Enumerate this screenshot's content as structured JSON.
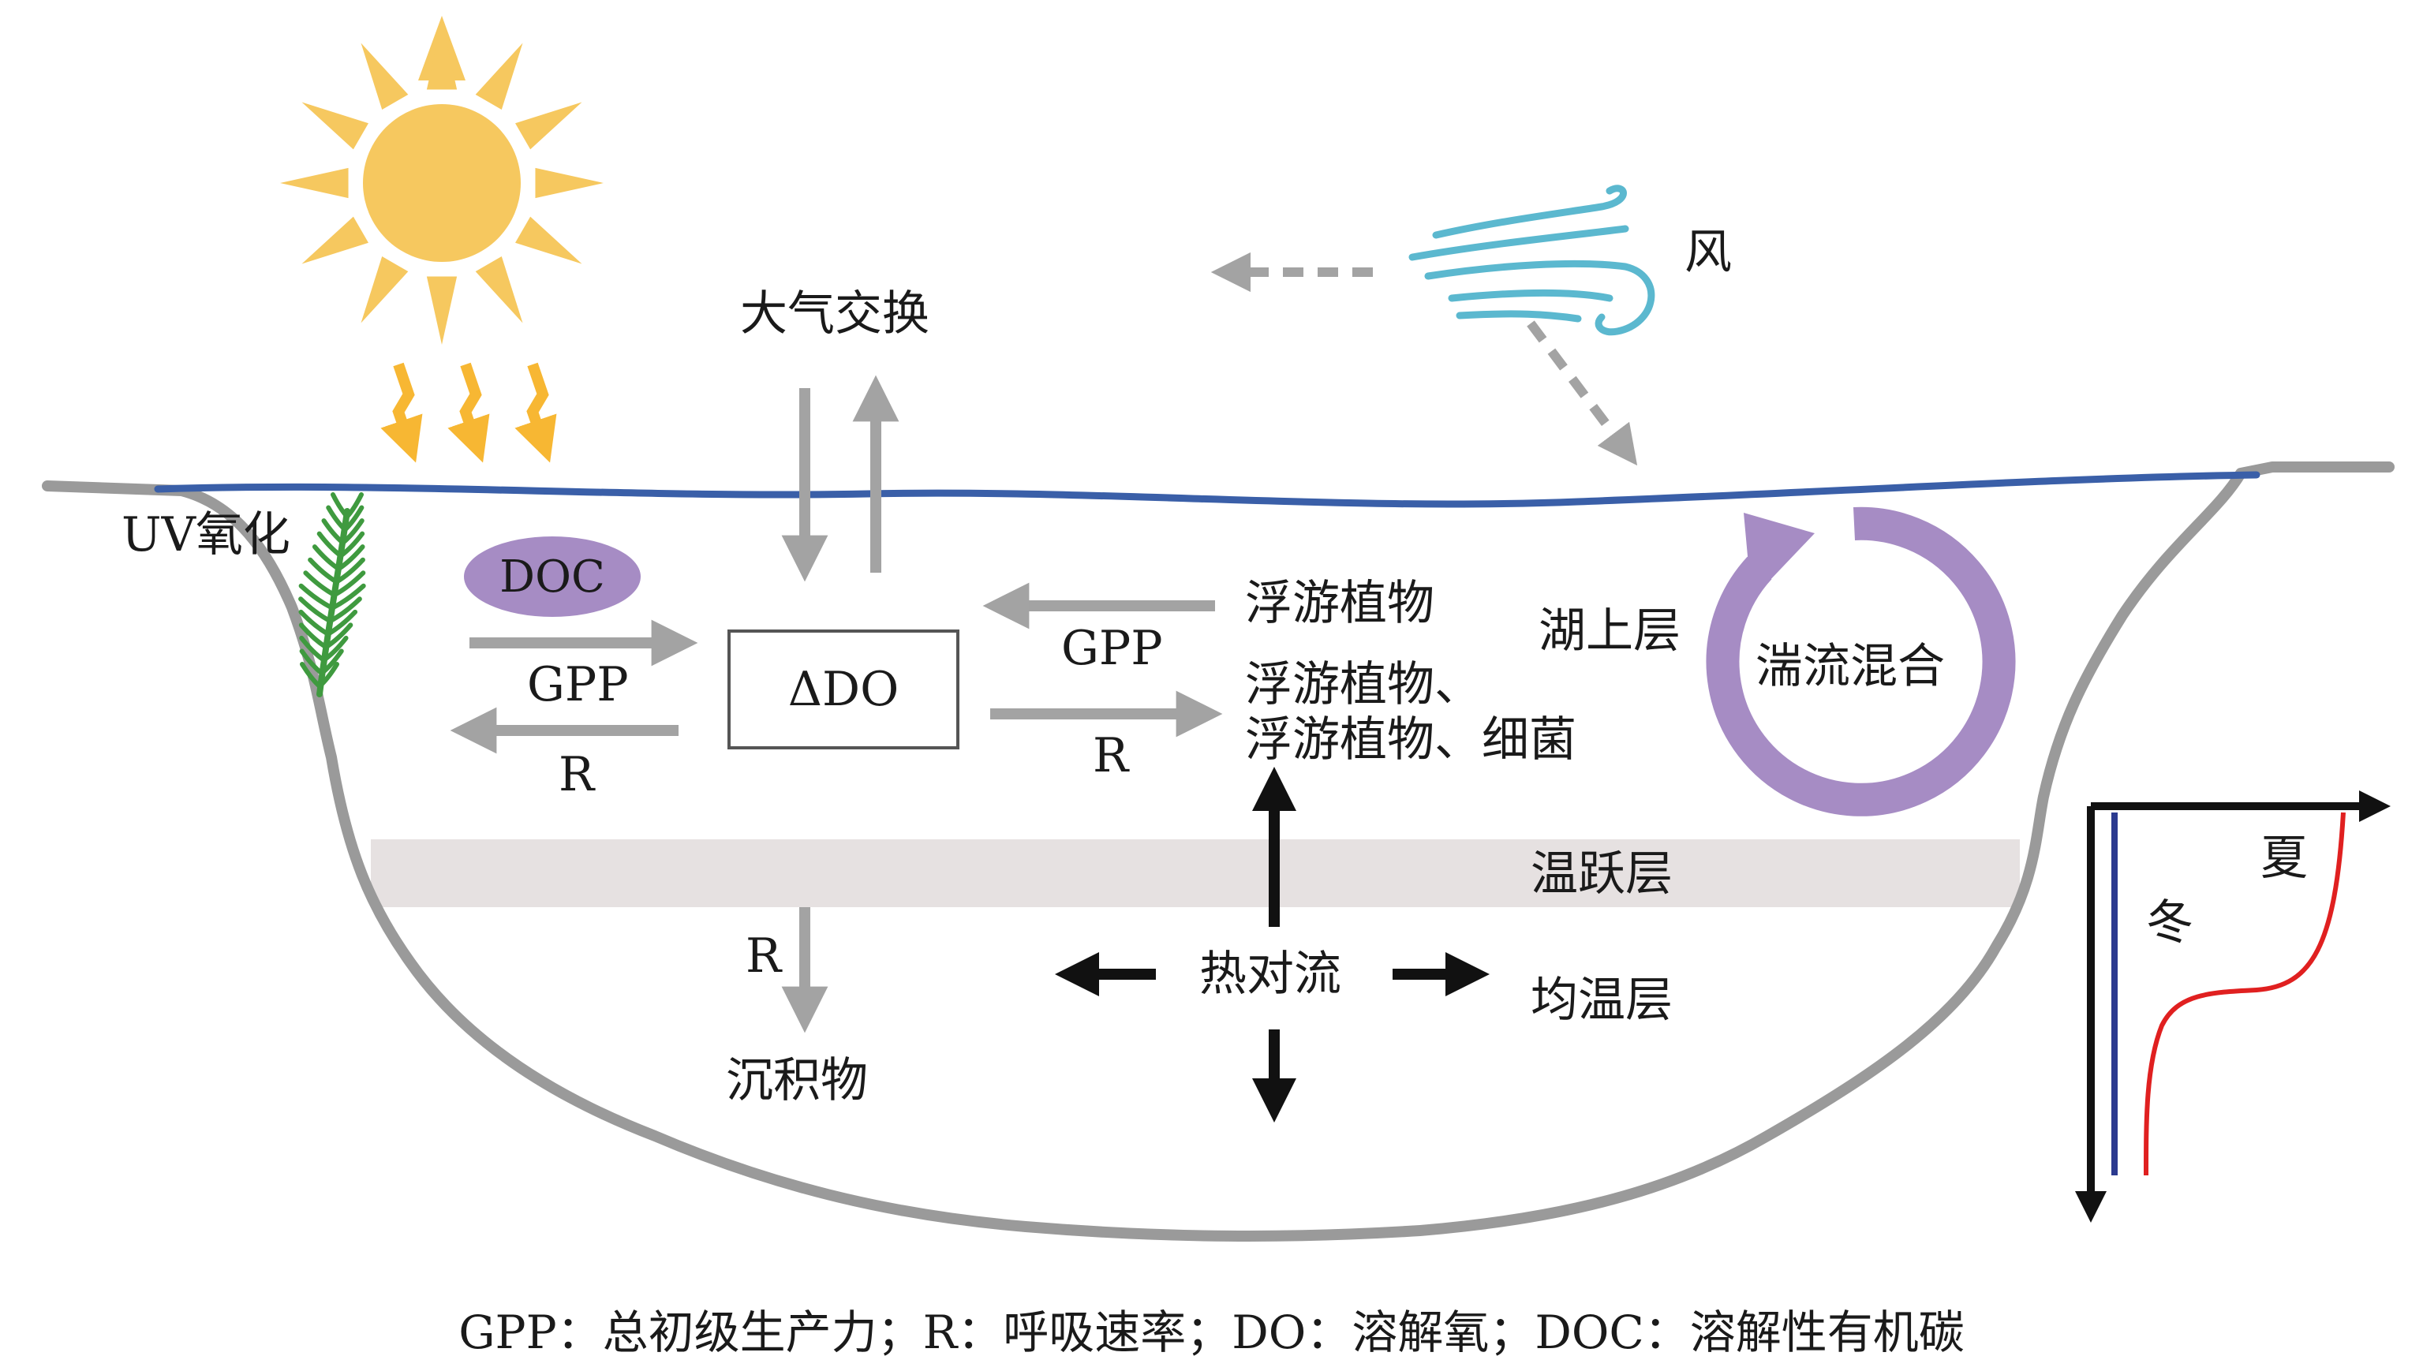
{
  "labels": {
    "uv_oxidation": "UV氧化",
    "doc": "DOC",
    "gpp_left": "GPP",
    "r_left": "R",
    "delta_do": "ΔDO",
    "atmos_exchange": "大气交换",
    "wind": "风",
    "gpp_right": "GPP",
    "r_right": "R",
    "phytoplankton": "浮游植物",
    "consumers_line1": "浮游植物、",
    "consumers_line2": "浮游植物、细菌",
    "epilimnion": "湖上层",
    "turbulent_mixing": "湍流混合",
    "thermocline": "温跃层",
    "hypolimnion": "均温层",
    "r_sediment": "R",
    "sediment": "沉积物",
    "convection": "热对流",
    "winter": "冬",
    "summer": "夏"
  },
  "footer": "GPP：总初级生产力；R：呼吸速率；DO：溶解氧；DOC：溶解性有机碳",
  "colors": {
    "sun": "#f6c85f",
    "sun_rays": "#f6c85f",
    "radiation": "#f7b733",
    "water_surface": "#3a5fa8",
    "lake_outline": "#9a9a9a",
    "thermocline_band": "#e6e1e1",
    "mixing_loop": "#a68cc4",
    "wind_lines": "#5bb8cf",
    "gray_arrows": "#a3a3a3",
    "black_arrows": "#111111",
    "leaf": "#3f9a3f",
    "profile_winter": "#2b3a8f",
    "profile_summer": "#e02020"
  },
  "icons": [
    "sun-icon",
    "radiation-arrows",
    "wind-icon",
    "leaf-icon",
    "mixing-loop-arrow"
  ]
}
